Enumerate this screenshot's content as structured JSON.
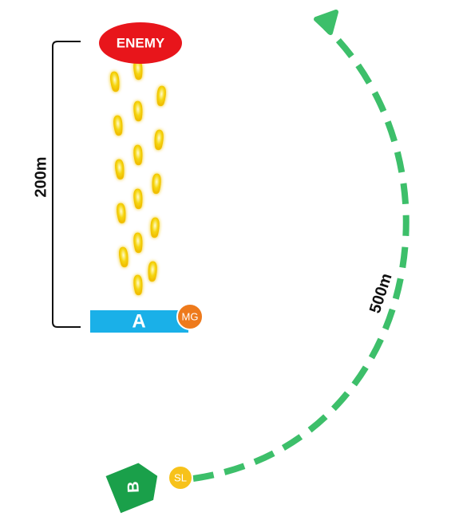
{
  "enemy": {
    "label": "ENEMY",
    "color": "#e8151b"
  },
  "unit_a": {
    "label": "A",
    "color": "#1ab0e8"
  },
  "unit_b": {
    "label": "B",
    "color": "#1aa04a"
  },
  "mg_badge": {
    "label": "MG",
    "color": "#ee7a1c"
  },
  "sl_badge": {
    "label": "SL",
    "color": "#f7c21a"
  },
  "distance_bracket": {
    "label": "200m"
  },
  "flank_route": {
    "label": "500m",
    "color": "#3dbf6a"
  },
  "tracer_color": "#f5d60e"
}
